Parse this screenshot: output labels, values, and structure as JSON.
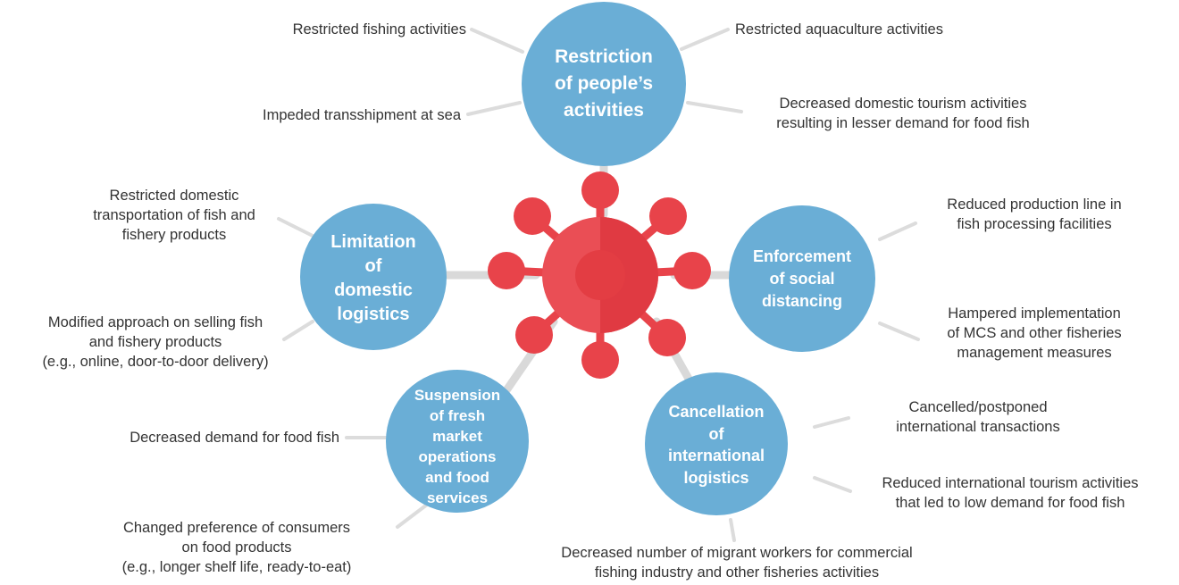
{
  "colors": {
    "hub_fill": "#6aaed6",
    "virus_main": "#e8434a",
    "virus_spike": "#ee5a60",
    "connector": "#d9d9d9",
    "text": "#333333",
    "hub_text": "#ffffff"
  },
  "hubs": {
    "people": [
      "Restriction",
      "of people’s",
      "activities"
    ],
    "domestic": [
      "Limitation",
      "of",
      "domestic",
      "logistics"
    ],
    "social": [
      "Enforcement",
      "of social",
      "distancing"
    ],
    "market": [
      "Suspension",
      "of fresh",
      "market",
      "operations",
      "and food",
      "services"
    ],
    "international": [
      "Cancellation",
      "of",
      "international",
      "logistics"
    ]
  },
  "notes": {
    "fishing": [
      "Restricted fishing activities"
    ],
    "aquaculture": [
      "Restricted aquaculture activities"
    ],
    "transshipment": [
      "Impeded transshipment at sea"
    ],
    "domestic_tourism": [
      "Decreased domestic tourism activities",
      "resulting in lesser demand for food fish"
    ],
    "domestic_transport": [
      "Restricted domestic",
      "transportation of fish and",
      "fishery products"
    ],
    "selling_approach": [
      "Modified approach on selling fish",
      "and fishery products",
      "(e.g., online, door-to-door delivery)"
    ],
    "production_line": [
      "Reduced production line in",
      "fish processing facilities"
    ],
    "mcs": [
      "Hampered implementation",
      "of MCS and other fisheries",
      "management measures"
    ],
    "demand_food_fish": [
      "Decreased demand for food fish"
    ],
    "consumer_preference": [
      "Changed preference of consumers",
      "on food products",
      "(e.g., longer shelf life, ready-to-eat)"
    ],
    "intl_transactions": [
      "Cancelled/postponed",
      "international transactions"
    ],
    "intl_tourism": [
      "Reduced international tourism activities",
      "that led to low demand for food fish"
    ],
    "migrant_workers": [
      "Decreased number of migrant workers for commercial",
      "fishing industry and other fisheries activities"
    ]
  }
}
